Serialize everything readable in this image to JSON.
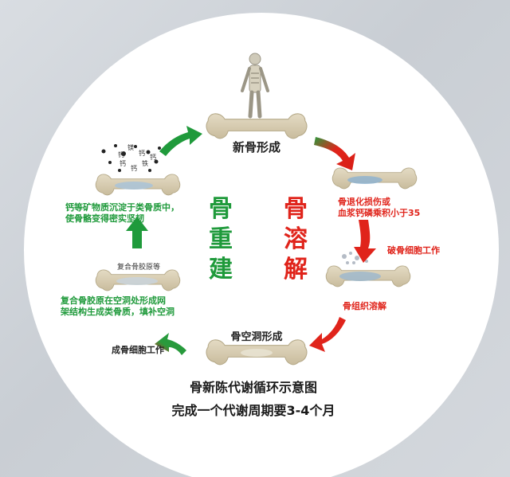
{
  "title_line1": "骨新陈代谢循环示意图",
  "title_line2": "完成一个代谢周期要3-4个月",
  "stages": {
    "new_bone": "新骨形成",
    "degeneration": "骨退化损伤或\n血浆钙磷乘积小于35",
    "osteoclast": "破骨细胞工作",
    "dissolve": "骨组织溶解",
    "cavity": "骨空洞形成",
    "osteoblast": "成骨细胞工作",
    "collagen_net": "复合骨胶原在空洞处形成网\n架结构生成类骨质，填补空洞",
    "collagen_label": "复合骨胶原等",
    "mineral": "钙等矿物质沉淀于类骨质中，\n使骨骼变得密实坚韧"
  },
  "rebuild_chars": [
    "骨",
    "重",
    "建"
  ],
  "resorb_chars": [
    "骨",
    "溶",
    "解"
  ],
  "mineral_particles": [
    "钙",
    "镁",
    "钙",
    "钙",
    "钙",
    "铁",
    "钙"
  ],
  "colors": {
    "green": "#1f9a3b",
    "red": "#e0241b",
    "bone": "#d6cbb0",
    "bone_edge": "#b9ad90"
  }
}
